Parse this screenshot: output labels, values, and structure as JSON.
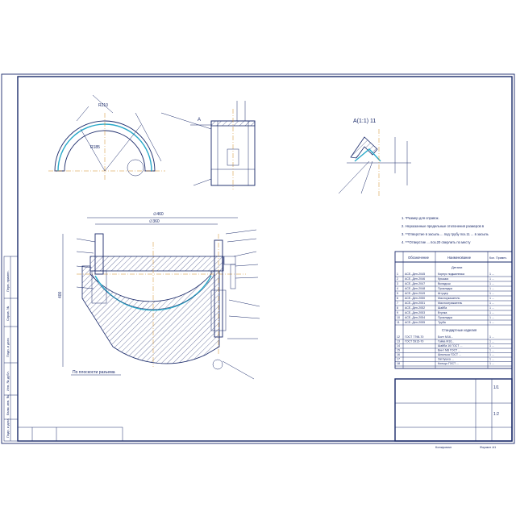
{
  "section_label": "А(1:1) 11",
  "view_marker": "А",
  "notes": [
    "1. *Размер для справок.",
    "2. Неуказанные предельные отклонения размеров в",
    "3. **Отверстие в засыпь  ...  под трубу поз.11 ... в засыпь",
    "4. ***Отверстие ... поз.20 сверлить по месту"
  ],
  "spec_headers": [
    "Обозначение",
    "Наименование",
    "Кол. Примеч."
  ],
  "spec_section_parts": "Детали",
  "spec_section_standard": "Стандартные изделия",
  "spec_rows": [
    {
      "pos": "1",
      "code": "АСЕ.-Ден-2045",
      "name": "Корпус подшипника",
      "qty": "1 ..."
    },
    {
      "pos": "2",
      "code": "АСЕ.-Ден-2046",
      "name": "Крышка",
      "qty": "1 ..."
    },
    {
      "pos": "3",
      "code": "АСЕ.-Ден-2047",
      "name": "Вкладыш",
      "qty": "1 ..."
    },
    {
      "pos": "4",
      "code": "АСЕ.-Ден-2048",
      "name": "Прокладка",
      "qty": "1 ..."
    },
    {
      "pos": "5",
      "code": "АСЕ.-Ден-2049",
      "name": "Штуцер",
      "qty": "1 ..."
    },
    {
      "pos": "6",
      "code": "АСЕ.-Ден-2050",
      "name": "Маслоуказатель",
      "qty": "1 ..."
    },
    {
      "pos": "7",
      "code": "АСЕ.-Ден-2051",
      "name": "Маслоотражатель",
      "qty": "1 ..."
    },
    {
      "pos": "8",
      "code": "АСЕ.-Ден-2052",
      "name": "Шайба",
      "qty": "1 ..."
    },
    {
      "pos": "9",
      "code": "АСЕ.-Ден-2053",
      "name": "Втулка",
      "qty": "1 ..."
    },
    {
      "pos": "10",
      "code": "АСЕ.-Ден-2054",
      "name": "Прокладка",
      "qty": "1 ..."
    },
    {
      "pos": "11",
      "code": "АСЕ.-Ден-2055",
      "name": "Труба",
      "qty": "1 ..."
    }
  ],
  "spec_std_rows": [
    {
      "pos": "12",
      "code": "ГОСТ 7798-70",
      "name": "Болт М16...",
      "qty": "1 ..."
    },
    {
      "pos": "13",
      "code": "ГОСТ 5915-70",
      "name": "Гайка М16...",
      "qty": "1 ..."
    },
    {
      "pos": "14",
      "code": "",
      "name": "Шайба 16 ГОСТ ...",
      "qty": "1 ..."
    },
    {
      "pos": "15",
      "code": "",
      "name": "Винт М8 ГОСТ ...",
      "qty": "1 ..."
    },
    {
      "pos": "16",
      "code": "",
      "name": "Шпилька ГОСТ ...",
      "qty": "1 ..."
    },
    {
      "pos": "17",
      "code": "",
      "name": "Заглушка ...",
      "qty": "1 ..."
    },
    {
      "pos": "18",
      "code": "",
      "name": "Кольцо ГОСТ ...",
      "qty": "1 ..."
    }
  ],
  "caption_bearing_plane": "По плоскости разъема",
  "dimension_labels": {
    "total_width": "∅460",
    "inner_width": "∅360",
    "height": "400",
    "radius_outer": "R210",
    "radius_inner": "R185"
  },
  "title_block": {
    "sheet": "1/1",
    "scale": "1:2",
    "format": "Формат А1",
    "copied": "Копировал"
  },
  "side_stamps": [
    "Перв. примен.",
    "Справ. №",
    "Подп. и дата",
    "Инв. № дубл.",
    "Взам. инв. №",
    "Подп. и дата",
    "Инв. № подл."
  ]
}
